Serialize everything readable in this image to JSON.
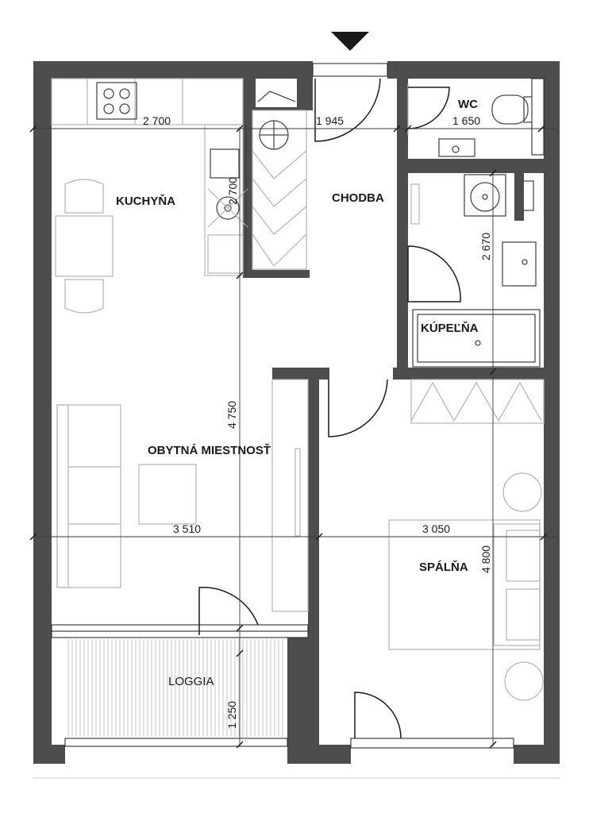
{
  "rooms": {
    "kitchen": "KUCHYŇA",
    "hallway": "CHODBA",
    "wc": "WC",
    "bathroom": "KÚPEĽŇA",
    "living": "OBYTNÁ MIESTNOSŤ",
    "bedroom": "SPÁLŇA",
    "loggia": "LOGGIA"
  },
  "dimensions": {
    "kitchen_width": "2 700",
    "kitchen_depth": "2 700",
    "hall_width": "1 945",
    "wc_width": "1 650",
    "bath_depth": "2 670",
    "living_depth": "4 750",
    "living_width": "3 510",
    "bedroom_width": "3 050",
    "bedroom_depth": "4 800",
    "loggia_depth": "1 250"
  },
  "entrance": {
    "icon": "entrance-arrow-icon"
  },
  "colors": {
    "wall": "#4d4d4e",
    "furniture": "#b3b3b3",
    "lines": "#1a1a1a"
  }
}
